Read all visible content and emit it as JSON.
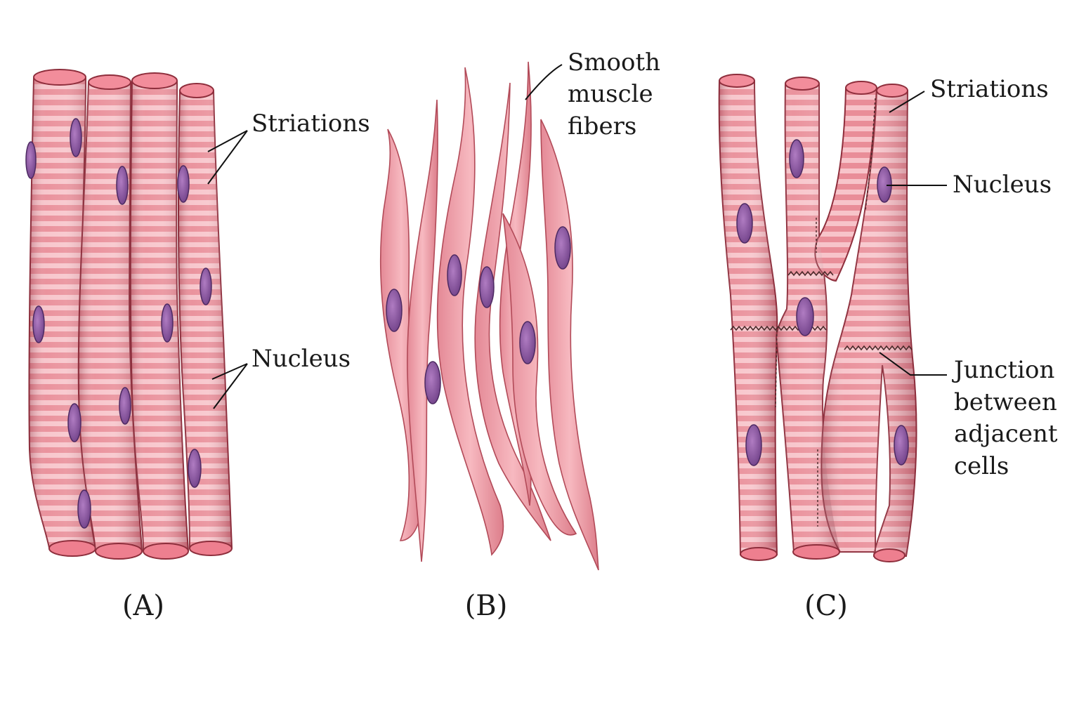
{
  "colors": {
    "fiber_fill": "#e9909a",
    "fiber_stroke": "#8e2e3c",
    "stripe": "#f6c2c8",
    "cap": "#f08a98",
    "smooth_fill": "#f2a5ae",
    "smooth_stroke": "#b24a58",
    "nucleus": "#8a5a9e",
    "nucleus_stroke": "#4d2a62"
  },
  "panels": {
    "a": {
      "label": "(A)",
      "annotations": {
        "striations": "Striations",
        "nucleus": "Nucleus"
      }
    },
    "b": {
      "label": "(B)",
      "annotations": {
        "smooth": [
          "Smooth",
          "muscle",
          "fibers"
        ]
      }
    },
    "c": {
      "label": "(C)",
      "annotations": {
        "striations": "Striations",
        "nucleus": "Nucleus",
        "junction": [
          "Junction",
          "between",
          "adjacent",
          "cells"
        ]
      }
    }
  }
}
